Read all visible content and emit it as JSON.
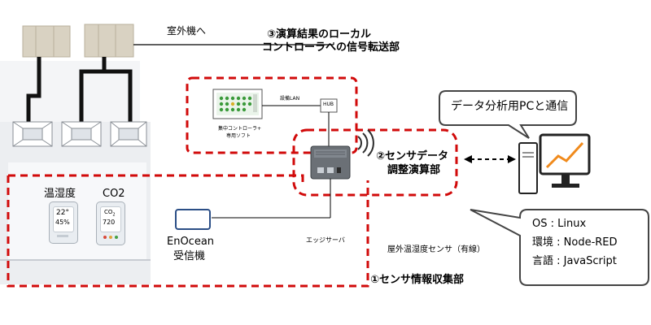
{
  "labels": {
    "outdoor_unit": "室外機へ",
    "section3_title_line1": "③演算結果のローカル",
    "section3_title_line2": "コントローラへの信号転送部",
    "controller_caption_line1": "集中コントローラ+",
    "controller_caption_line2": "専用ソフト",
    "lan_label": "設備LAN",
    "hub_label": "HUB",
    "section2_title_line1": "②センサデータ",
    "section2_title_line2": "調整演算部",
    "pc_callout": "データ分析用PCと通信",
    "temp_humidity_label": "温湿度",
    "co2_label": "CO2",
    "temp_value": "22°",
    "humidity_value": "45%",
    "co2_chip_label": "CO",
    "co2_chip_sub": "2",
    "co2_value": "720",
    "enocean_line1": "EnOcean",
    "enocean_line2": "受信機",
    "edge_server": "エッジサーバ",
    "outdoor_sensor": "屋外温湿度センサ（有線）",
    "section1_title": "①センサ情報収集部",
    "spec_os": "OS : Linux",
    "spec_env": "環境 : Node-RED",
    "spec_lang": "言語 : JavaScript"
  },
  "colors": {
    "dashed_frame": "#d10a0a",
    "arrow": "#000000",
    "graph_line": "#f08a1c"
  }
}
